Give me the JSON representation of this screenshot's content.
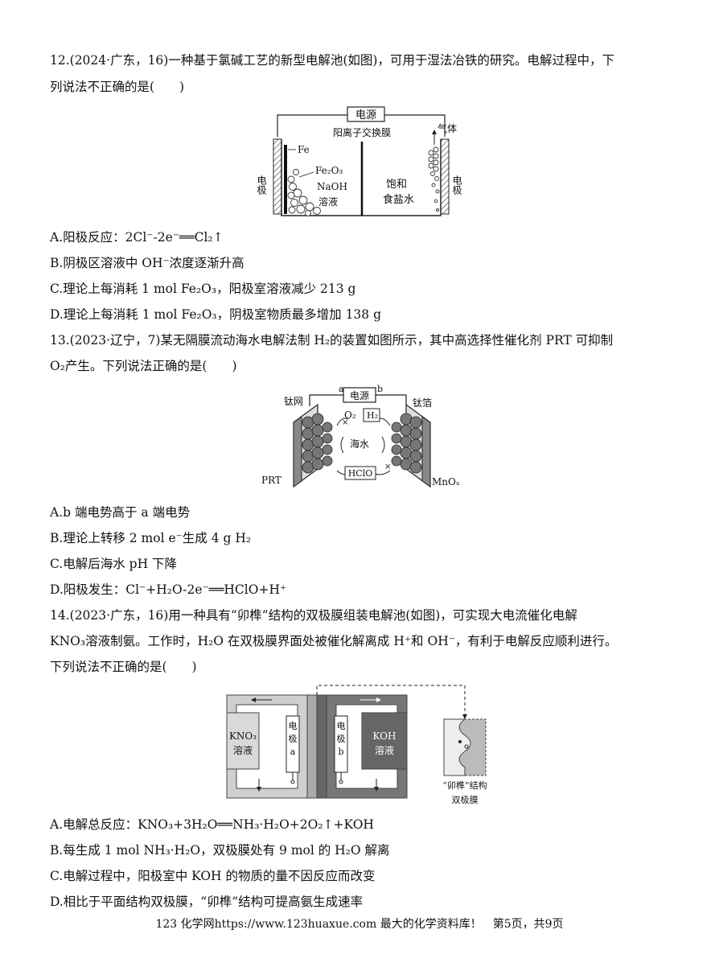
{
  "q12": {
    "stem_line1": "12.(2024·广东，16)一种基于氯碱工艺的新型电解池(如图)，可用于湿法冶铁的研究。电解过程中，下",
    "stem_line2": "列说法不正确的是(　　)",
    "figure": {
      "power": "电源",
      "membrane": "阳离子交换膜",
      "gas": "气体",
      "electrode_left": "电极",
      "electrode_right": "电极",
      "fe": "Fe",
      "fe2o3": "Fe₂O₃",
      "naoh": "NaOH",
      "solution": "溶液",
      "brine1": "饱和",
      "brine2": "食盐水"
    },
    "options": [
      "A.阳极反应：2Cl⁻-2e⁻══Cl₂↑",
      "B.阴极区溶液中 OH⁻浓度逐渐升高",
      "C.理论上每消耗 1 mol Fe₂O₃，阳极室溶液减少 213 g",
      "D.理论上每消耗 1 mol Fe₂O₃，阴极室物质最多增加 138 g"
    ]
  },
  "q13": {
    "stem_line1": "13.(2023·辽宁，7)某无隔膜流动海水电解法制 H₂的装置如图所示，其中高选择性催化剂 PRT 可抑制",
    "stem_line2": "O₂产生。下列说法正确的是(　　)",
    "figure": {
      "a": "a",
      "b": "b",
      "power": "电源",
      "ti_mesh": "钛网",
      "ti_foil": "钛箔",
      "o2": "O₂",
      "h2": "H₂",
      "seawater": "海水",
      "hclo": "HClO",
      "prt": "PRT",
      "mnox": "MnOₓ"
    },
    "options": [
      "A.b 端电势高于 a 端电势",
      "B.理论上转移 2 mol e⁻生成 4 g H₂",
      "C.电解后海水 pH 下降",
      "D.阳极发生：Cl⁻+H₂O-2e⁻══HClO+H⁺"
    ]
  },
  "q14": {
    "stem_line1": "14.(2023·广东，16)用一种具有“卯榫”结构的双极膜组装电解池(如图)，可实现大电流催化电解",
    "stem_line2": "KNO₃溶液制氨。工作时，H₂O 在双极膜界面处被催化解离成 H⁺和 OH⁻，有利于电解反应顺利进行。",
    "stem_line3": "下列说法不正确的是(　　)",
    "figure": {
      "kno3": "KNO₃",
      "kno3_sol": "溶液",
      "electrode_a": [
        "电",
        "极",
        "a"
      ],
      "electrode_b": [
        "电",
        "极",
        "b"
      ],
      "koh": "KOH",
      "koh_sol": "溶液",
      "mortise1": "“卯榫”结构",
      "mortise2": "双极膜"
    },
    "options": [
      "A.电解总反应：KNO₃+3H₂O══NH₃·H₂O+2O₂↑+KOH",
      "B.每生成 1 mol NH₃·H₂O，双极膜处有 9 mol 的 H₂O 解离",
      "C.电解过程中，阳极室中 KOH 的物质的量不因反应而改变",
      "D.相比于平面结构双极膜，“卯榫”结构可提高氨生成速率"
    ]
  },
  "footer": "123 化学网https://www.123huaxue.com 最大的化学资料库！　第5页，共9页"
}
